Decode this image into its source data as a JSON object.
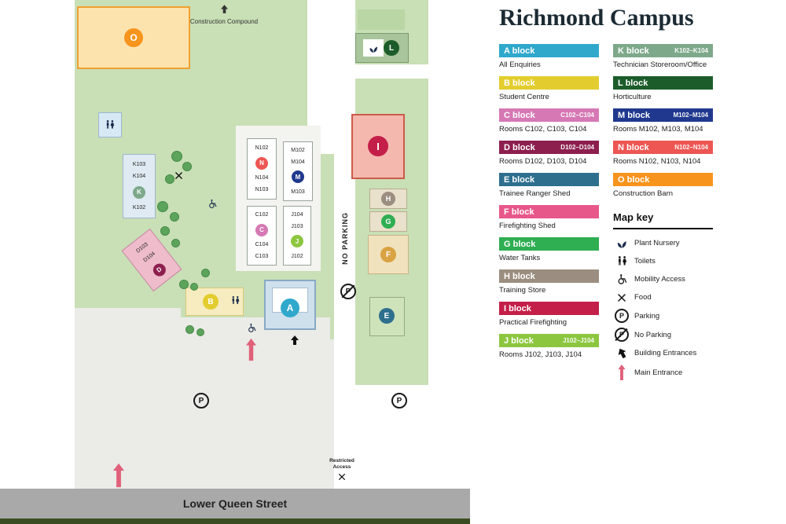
{
  "title": "Richmond Campus",
  "legend": {
    "left": [
      {
        "letter": "A",
        "label": "A block",
        "range": "",
        "desc": "All Enquiries",
        "color": "#2fa8cc"
      },
      {
        "letter": "B",
        "label": "B block",
        "range": "",
        "desc": "Student Centre",
        "color": "#e3cd2e"
      },
      {
        "letter": "C",
        "label": "C block",
        "range": "C102–C104",
        "desc": "Rooms C102, C103, C104",
        "color": "#d678b4"
      },
      {
        "letter": "D",
        "label": "D block",
        "range": "D102–D104",
        "desc": "Rooms D102, D103, D104",
        "color": "#8d1f4e"
      },
      {
        "letter": "E",
        "label": "E block",
        "range": "",
        "desc": "Trainee Ranger Shed",
        "color": "#2e6f8e"
      },
      {
        "letter": "F",
        "label": "F block",
        "range": "",
        "desc": "Firefighting Shed",
        "color": "#e8578a"
      },
      {
        "letter": "G",
        "label": "G block",
        "range": "",
        "desc": "Water Tanks",
        "color": "#2fae52"
      },
      {
        "letter": "H",
        "label": "H block",
        "range": "",
        "desc": "Training Store",
        "color": "#9b8e80"
      },
      {
        "letter": "I",
        "label": "I block",
        "range": "",
        "desc": "Practical Firefighting",
        "color": "#c41f48"
      },
      {
        "letter": "J",
        "label": "J block",
        "range": "J102–J104",
        "desc": "Rooms J102, J103, J104",
        "color": "#8cc63f"
      }
    ],
    "right": [
      {
        "letter": "K",
        "label": "K block",
        "range": "K102–K104",
        "desc": "Technician Storeroom/Office",
        "color": "#7da98a"
      },
      {
        "letter": "L",
        "label": "L block",
        "range": "",
        "desc": "Horticulture",
        "color": "#1c5c2b"
      },
      {
        "letter": "M",
        "label": "M block",
        "range": "M102–M104",
        "desc": "Rooms M102, M103, M104",
        "color": "#20398f"
      },
      {
        "letter": "N",
        "label": "N block",
        "range": "N102–N104",
        "desc": "Rooms N102, N103, N104",
        "color": "#ed5653"
      },
      {
        "letter": "O",
        "label": "O block",
        "range": "",
        "desc": "Construction Barn",
        "color": "#f7941d"
      }
    ],
    "map_key": {
      "title": "Map key",
      "items": [
        {
          "label": "Plant Nursery"
        },
        {
          "label": "Toilets"
        },
        {
          "label": "Mobility Access"
        },
        {
          "label": "Food"
        },
        {
          "label": "Parking"
        },
        {
          "label": "No Parking"
        },
        {
          "label": "Building Entrances"
        },
        {
          "label": "Main Entrance"
        }
      ]
    }
  },
  "map": {
    "street_name": "Lower Queen Street",
    "construction_compound": "Construction Compound",
    "no_parking_text": "NO PARKING",
    "restricted_access": "Restricted Access",
    "parking_letter": "P",
    "rooms": {
      "k103": "K103",
      "k104": "K104",
      "k102": "K102",
      "n102": "N102",
      "n104": "N104",
      "n103": "N103",
      "m102": "M102",
      "m104": "M104",
      "m103": "M103",
      "c102": "C102",
      "c104": "C104",
      "c103": "C103",
      "j104": "J104",
      "j103": "J103",
      "j102": "J102",
      "d103": "D103",
      "d104": "D104"
    }
  },
  "colors": {
    "main_entrance_arrow": "#e0607a",
    "f_map_badge": "#d9a243"
  }
}
